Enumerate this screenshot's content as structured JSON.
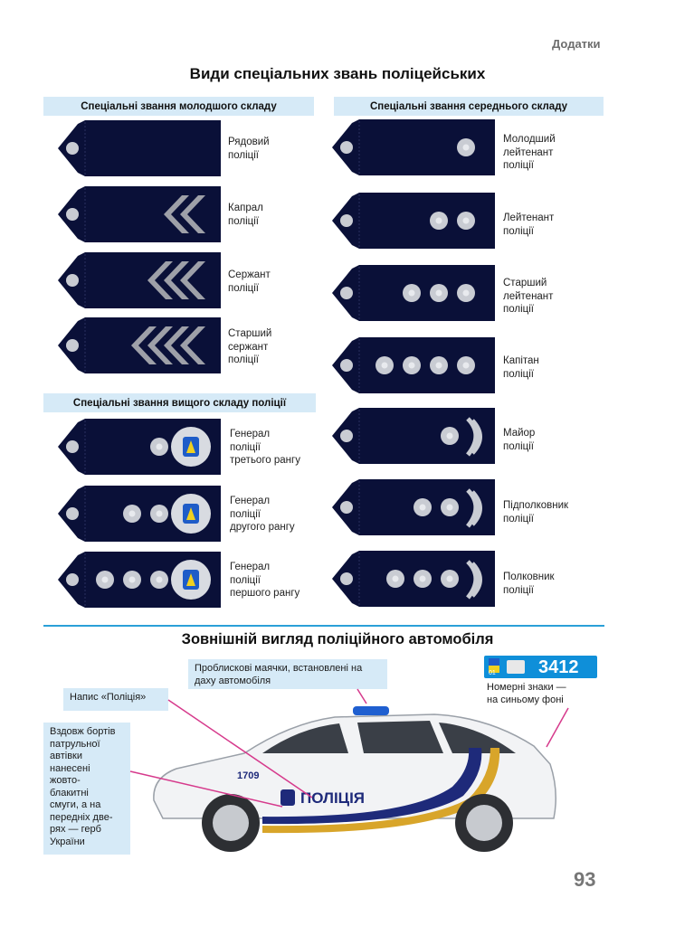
{
  "header": {
    "section": "Додатки"
  },
  "title": "Види спеціальних звань поліцейських",
  "colors": {
    "strap": "#0a1038",
    "bar": "#d6eaf7",
    "accent_line": "#2aa0d8",
    "chevron": "#9ea0a8",
    "star": "#c9ccd3",
    "callout_line": "#d63a8c",
    "stripe_blue": "#1e2a7a",
    "stripe_yellow": "#d8a52a"
  },
  "groups": {
    "junior": {
      "title": "Спеціальні звання молодшого складу",
      "ranks": [
        {
          "label": "Рядовий\nполіції",
          "chevrons": 0
        },
        {
          "label": "Капрал\nполіції",
          "chevrons": 2
        },
        {
          "label": "Сержант\nполіції",
          "chevrons": 3
        },
        {
          "label": "Старший\nсержант\nполіції",
          "chevrons": 4
        }
      ]
    },
    "middle": {
      "title": "Спеціальні звання середнього складу",
      "ranks": [
        {
          "label": "Молодший\nлейтенант\nполіції",
          "stars": 1,
          "wreath": false
        },
        {
          "label": "Лейтенант\nполіції",
          "stars": 2,
          "wreath": false
        },
        {
          "label": "Старший\nлейтенант\nполіції",
          "stars": 3,
          "wreath": false
        },
        {
          "label": "Капітан\nполіції",
          "stars": 4,
          "wreath": false
        },
        {
          "label": "Майор\nполіції",
          "stars": 1,
          "wreath": true
        },
        {
          "label": "Підполковник\nполіції",
          "stars": 2,
          "wreath": true
        },
        {
          "label": "Полковник\nполіції",
          "stars": 3,
          "wreath": true
        }
      ]
    },
    "senior": {
      "title": "Спеціальні звання вищого складу поліції",
      "ranks": [
        {
          "label": "Генерал\nполіції\nтретього рангу",
          "stars": 1
        },
        {
          "label": "Генерал\nполіції\nдругого рангу",
          "stars": 2
        },
        {
          "label": "Генерал\nполіції\nпершого рангу",
          "stars": 3
        }
      ]
    }
  },
  "car": {
    "title": "Зовнішній вигляд поліційного автомобіля",
    "callouts": {
      "lights": "Проблискові маячки, встановлені на\nдаху автомобіля",
      "inscription": "Напис «Поліція»",
      "stripes": "Вздовж бортів\nпатрульної\nавтівки\nнанесені\nжовто-\nблакитні\nсмуги, а на\nпередніх две-\nрях — герб\nУкраїни",
      "plates": "Номерні знаки —\nна синьому фоні"
    },
    "plate": {
      "region": "01",
      "number": "3412"
    },
    "side_number": "1709",
    "door_text": "ПОЛІЦІЯ"
  },
  "page_number": "93"
}
